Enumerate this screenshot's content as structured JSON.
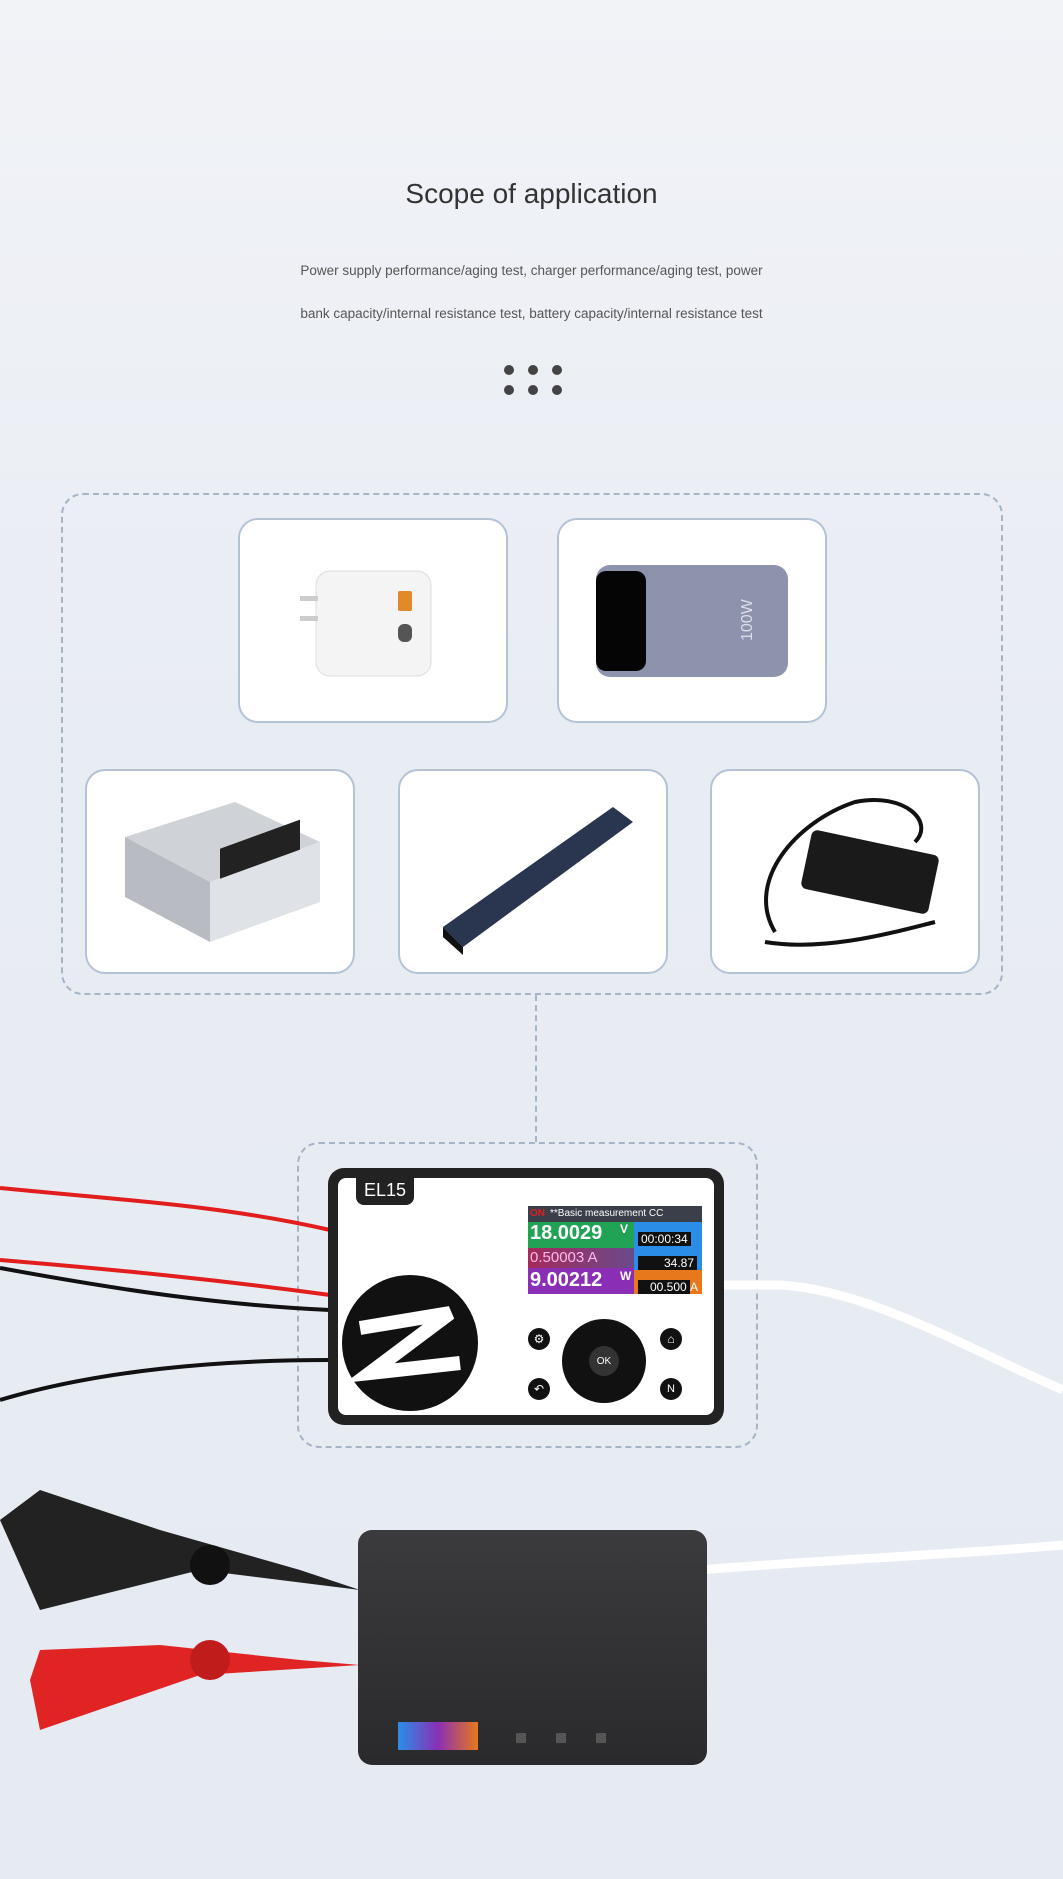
{
  "header": {
    "title": "Scope of application",
    "description_lines": [
      "Power supply performance/aging test, charger performance/aging test, power",
      "bank capacity/internal resistance test, battery capacity/internal resistance test"
    ]
  },
  "products": [
    {
      "name": "usb-charger",
      "label": ""
    },
    {
      "name": "power-bank",
      "label": "100W"
    },
    {
      "name": "switching-power-supply",
      "label": ""
    },
    {
      "name": "led-power-supply",
      "label": ""
    },
    {
      "name": "power-adapter",
      "label": ""
    }
  ],
  "device": {
    "model": "EL15",
    "screen": {
      "status": "ON",
      "mode": "**Basic measurement CC",
      "voltage": "18.0029",
      "voltage_unit": "V",
      "current": "0.50003 A",
      "power": "9.00212",
      "power_unit": "W",
      "time": "00:00:34",
      "value2": "34.87",
      "set_current": "00.500",
      "set_unit": "A"
    },
    "buttons": {
      "ok": "OK"
    }
  },
  "colors": {
    "lcd_green": "#21a356",
    "lcd_purple": "#8a2fb5",
    "lcd_blue": "#2a8ee8",
    "lcd_orange": "#e7781c",
    "cable_red": "#e21d1d"
  }
}
